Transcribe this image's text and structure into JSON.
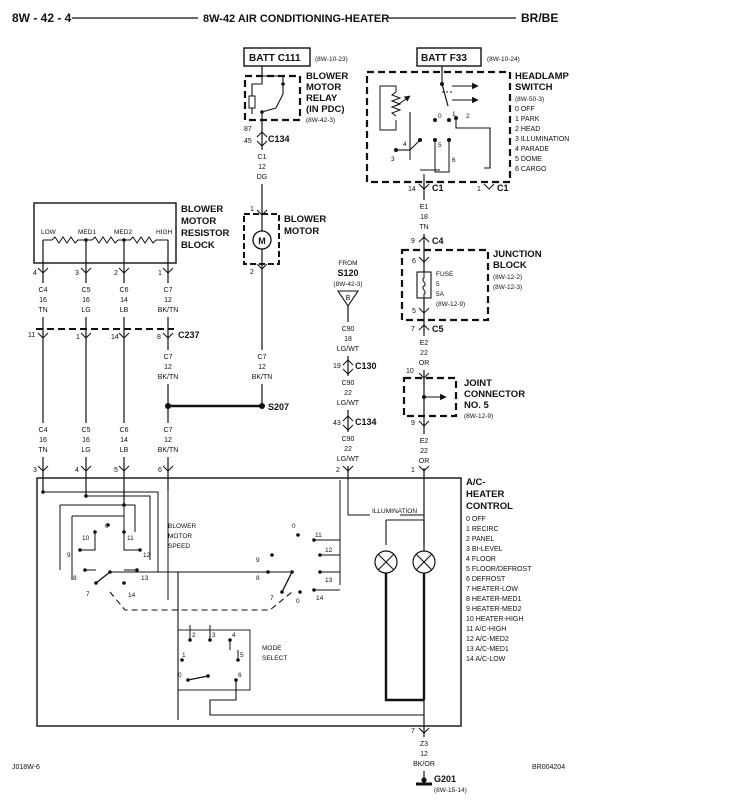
{
  "header": {
    "left": "8W - 42 - 4",
    "center": "8W-42 AIR CONDITIONING-HEATER",
    "right": "BR/BE"
  },
  "footer": {
    "left": "J018W-6",
    "right": "BR004204"
  },
  "batt_c111": {
    "label": "BATT C111",
    "ref": "(8W-10-23)"
  },
  "blower_relay": {
    "l1": "BLOWER",
    "l2": "MOTOR",
    "l3": "RELAY",
    "l4": "(IN PDC)",
    "ref": "(8W-42-3)"
  },
  "c134_top": {
    "pin_a": "87",
    "pin_b": "45",
    "name": "C134"
  },
  "wire_c1": {
    "id": "C1",
    "gauge": "12",
    "color": "DG"
  },
  "blower_motor": {
    "l1": "BLOWER",
    "l2": "MOTOR",
    "pin_top": "1",
    "pin_bot": "2",
    "symbol": "M"
  },
  "wire_c7_motor": {
    "id": "C7",
    "gauge": "12",
    "color": "BK/TN"
  },
  "s207": "S207",
  "batt_f33": {
    "label": "BATT F33",
    "ref": "(8W-10-24)"
  },
  "headlamp": {
    "title1": "HEADLAMP",
    "title2": "SWITCH",
    "ref": "(8W-50-3)",
    "items": [
      "0 OFF",
      "1 PARK",
      "2 HEAD",
      "3 ILLUMINATION",
      "4 PARADE",
      "5 DOME",
      "6 CARGO"
    ],
    "pins": [
      "0",
      "1",
      "2",
      "4",
      "5",
      "3",
      "6"
    ],
    "conn_left_pin": "14",
    "conn_left": "C1",
    "conn_right_pin": "1",
    "conn_right": "C1"
  },
  "wire_e1": {
    "id": "E1",
    "gauge": "18",
    "color": "TN"
  },
  "c4": {
    "pin": "9",
    "name": "C4"
  },
  "junction": {
    "t1": "JUNCTION",
    "t2": "BLOCK",
    "r1": "(8W-12-2)",
    "r2": "(8W-12-3)",
    "fuse": "FUSE",
    "fuse_num": "5",
    "amp": "5A",
    "fuse_ref": "(8W-12-9)",
    "pin_top": "6",
    "pin_bot": "5"
  },
  "c5": {
    "pin": "7",
    "name": "C5"
  },
  "wire_e2a": {
    "id": "E2",
    "gauge": "22",
    "color": "OR"
  },
  "joint": {
    "t1": "JOINT",
    "t2": "CONNECTOR",
    "t3": "NO. 5",
    "ref": "(8W-12-9)",
    "pin_top": "10",
    "pin_bot": "9"
  },
  "wire_e2b": {
    "id": "E2",
    "gauge": "22",
    "color": "OR"
  },
  "from_s120": {
    "from": "FROM",
    "name": "S120",
    "ref": "(8W-42-3)",
    "tag": "B"
  },
  "wire_c90a": {
    "id": "C90",
    "gauge": "18",
    "color": "LG/WT"
  },
  "c130": {
    "pin": "19",
    "name": "C130"
  },
  "wire_c90b": {
    "id": "C90",
    "gauge": "22",
    "color": "LG/WT"
  },
  "c134_mid": {
    "pin": "43",
    "name": "C134"
  },
  "wire_c90c": {
    "id": "C90",
    "gauge": "22",
    "color": "LG/WT"
  },
  "resistor": {
    "t1": "BLOWER",
    "t2": "MOTOR",
    "t3": "RESISTOR",
    "t4": "BLOCK",
    "taps": [
      "LOW",
      "MED1",
      "MED2",
      "HIGH"
    ],
    "pins": [
      "4",
      "3",
      "2",
      "1"
    ]
  },
  "res_wires": [
    {
      "id": "C4",
      "gauge": "16",
      "color": "TN"
    },
    {
      "id": "C5",
      "gauge": "16",
      "color": "LG"
    },
    {
      "id": "C6",
      "gauge": "14",
      "color": "LB"
    },
    {
      "id": "C7",
      "gauge": "12",
      "color": "BK/TN"
    }
  ],
  "c237": {
    "name": "C237",
    "pins": [
      "11",
      "1",
      "14",
      "8"
    ]
  },
  "c7_mid": {
    "id": "C7",
    "gauge": "12",
    "color": "BK/TN"
  },
  "lower_wires": [
    {
      "id": "C4",
      "gauge": "16",
      "color": "TN"
    },
    {
      "id": "C5",
      "gauge": "16",
      "color": "LG"
    },
    {
      "id": "C6",
      "gauge": "14",
      "color": "LB"
    },
    {
      "id": "C7",
      "gauge": "12",
      "color": "BK/TN"
    }
  ],
  "ctrl_pins": [
    "3",
    "4",
    "5",
    "6",
    "2",
    "1"
  ],
  "control": {
    "t1": "A/C-",
    "t2": "HEATER",
    "t3": "CONTROL",
    "items": [
      "0  OFF",
      "1  RECIRC",
      "2  PANEL",
      "3  BI-LEVEL",
      "4  FLOOR",
      "5  FLOOR/DEFROST",
      "6  DEFROST",
      "7  HEATER-LOW",
      "8  HEATER-MED1",
      "9  HEATER-MED2",
      "10 HEATER-HIGH",
      "11 A/C-HIGH",
      "12 A/C-MED2",
      "13 A/C-MED1",
      "14 A/C-LOW"
    ]
  },
  "speed_switch": {
    "l1": "BLOWER",
    "l2": "MOTOR",
    "l3": "SPEED",
    "pos": [
      "10",
      "0",
      "11",
      "9",
      "12",
      "8",
      "13",
      "7",
      "14"
    ]
  },
  "ac_switch": {
    "pos": [
      "0",
      "11",
      "9",
      "12",
      "8",
      "13",
      "7",
      "0",
      "14"
    ]
  },
  "mode_switch": {
    "l1": "MODE",
    "l2": "SELECT",
    "pos": [
      "2",
      "3",
      "4",
      "1",
      "5",
      "0",
      "6"
    ]
  },
  "illumination": "ILLUMINATION",
  "ground": {
    "pin": "7",
    "id": "Z3",
    "gauge": "12",
    "color": "BK/OR",
    "name": "G201",
    "ref": "(8W-15-14)"
  }
}
